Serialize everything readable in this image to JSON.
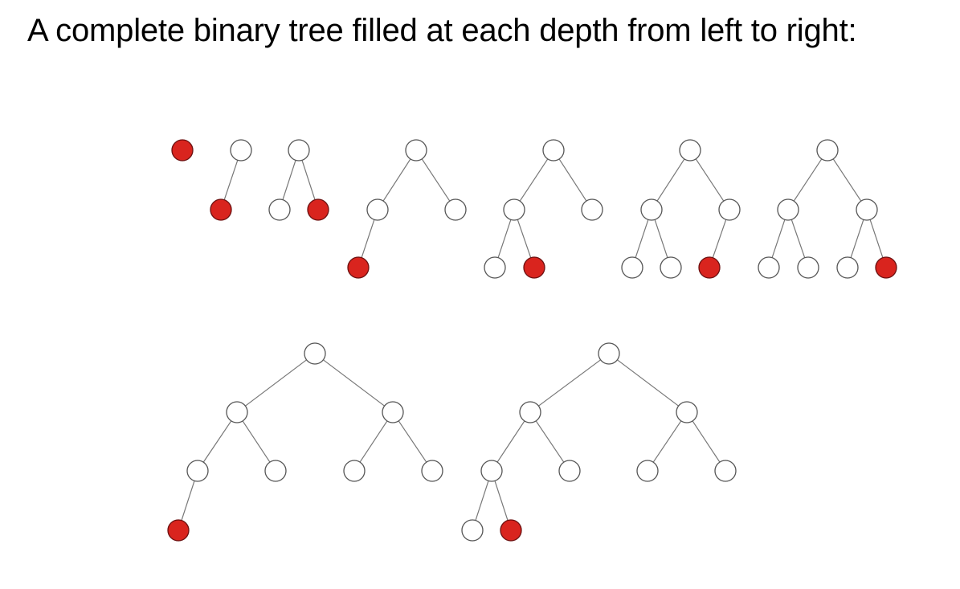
{
  "title": "A complete binary tree filled at each depth from left to right:",
  "colors": {
    "background": "#ffffff",
    "node_fill": "#ffffff",
    "new_node_fill": "#d9241e",
    "node_stroke": "#555555",
    "edge_stroke": "#777777"
  },
  "diagram": {
    "kind": "complete-binary-tree-sequence",
    "trees": [
      {
        "node_count": 1,
        "highlighted_node": 1
      },
      {
        "node_count": 2,
        "highlighted_node": 2
      },
      {
        "node_count": 3,
        "highlighted_node": 3
      },
      {
        "node_count": 4,
        "highlighted_node": 4
      },
      {
        "node_count": 5,
        "highlighted_node": 5
      },
      {
        "node_count": 6,
        "highlighted_node": 6
      },
      {
        "node_count": 7,
        "highlighted_node": 7
      },
      {
        "node_count": 8,
        "highlighted_node": 8
      },
      {
        "node_count": 9,
        "highlighted_node": 9
      }
    ]
  }
}
